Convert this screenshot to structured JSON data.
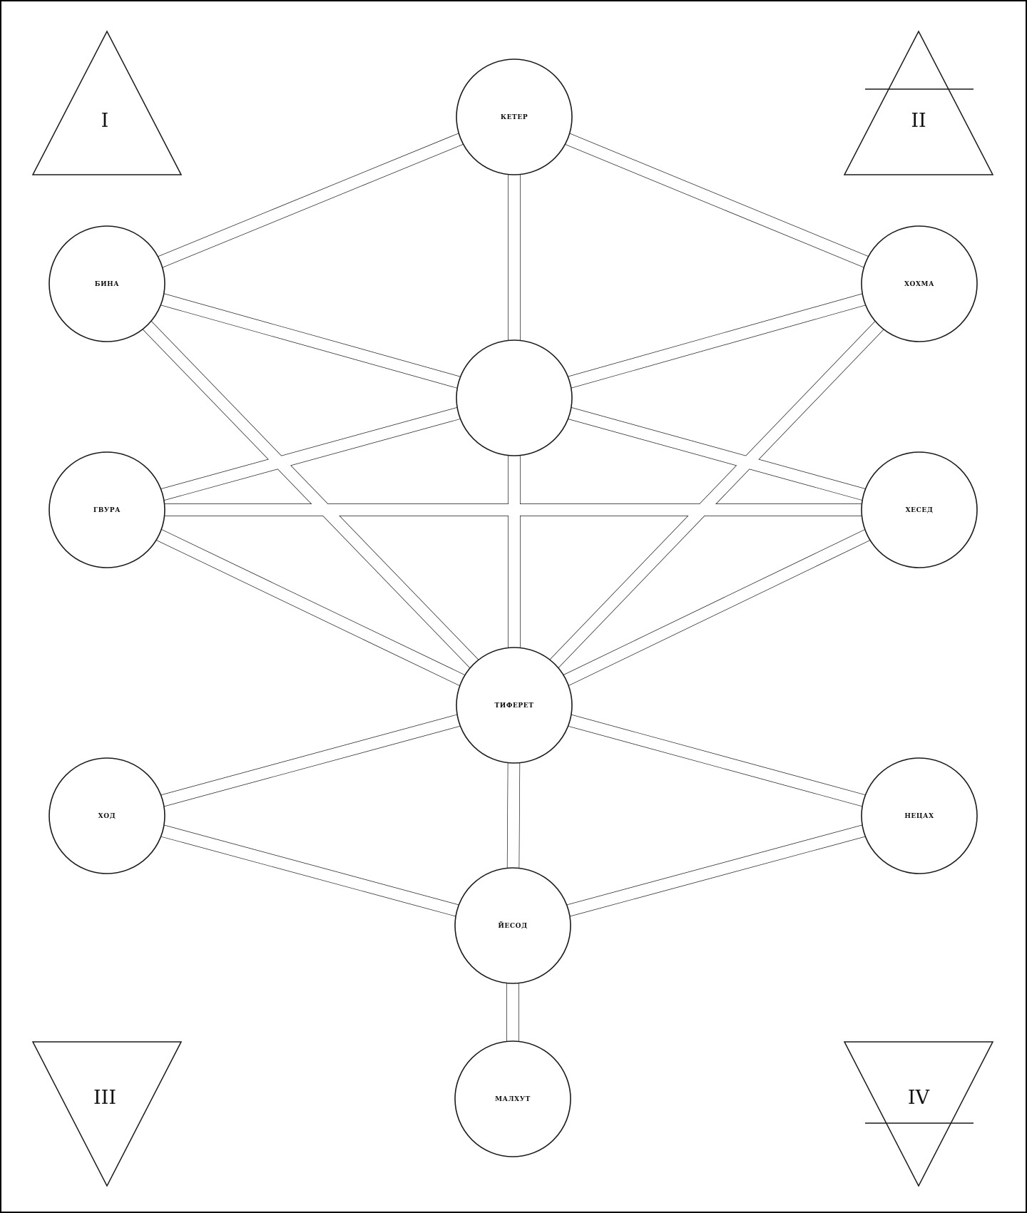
{
  "sefirot": {
    "keter": "КЕТЕР",
    "binah": "БИНА",
    "chokhmah": "ХОХМА",
    "daat": "",
    "gevurah": "ГВУРА",
    "chesed": "ХЕСЕД",
    "tiferet": "ТИФЕРЕТ",
    "hod": "ХОД",
    "netzach": "НЕЦАХ",
    "yesod": "ЙЕСОД",
    "malkhut": "МАЛХУТ"
  },
  "corners": {
    "top_left": "I",
    "top_right": "II",
    "bottom_left": "III",
    "bottom_right": "IV"
  },
  "colors": {
    "line": "#1a1a1a",
    "background": "#ffffff"
  }
}
